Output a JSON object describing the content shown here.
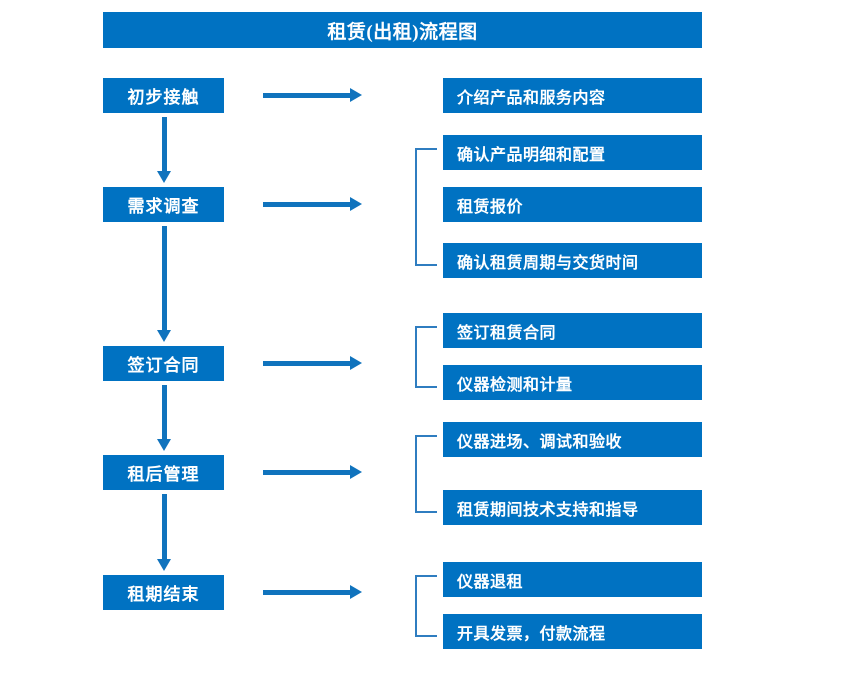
{
  "title": "租赁(出租)流程图",
  "colors": {
    "box_fill": "#0072c2",
    "box_text": "#ffffff",
    "arrow": "#1073bd",
    "bracket": "#2f7dc0",
    "background": "#ffffff"
  },
  "stages": [
    {
      "label": "初步接触"
    },
    {
      "label": "需求调查"
    },
    {
      "label": "签订合同"
    },
    {
      "label": "租后管理"
    },
    {
      "label": "租期结束"
    }
  ],
  "details": [
    {
      "label": "介绍产品和服务内容"
    },
    {
      "label": "确认产品明细和配置"
    },
    {
      "label": "租赁报价"
    },
    {
      "label": "确认租赁周期与交货时间"
    },
    {
      "label": "签订租赁合同"
    },
    {
      "label": "仪器检测和计量"
    },
    {
      "label": "仪器进场、调试和验收"
    },
    {
      "label": "租赁期间技术支持和指导"
    },
    {
      "label": "仪器退租"
    },
    {
      "label": "开具发票，付款流程"
    }
  ],
  "flow_arrows": {
    "horizontal_count": 5,
    "vertical_count": 4
  },
  "brackets": {
    "count": 4
  }
}
